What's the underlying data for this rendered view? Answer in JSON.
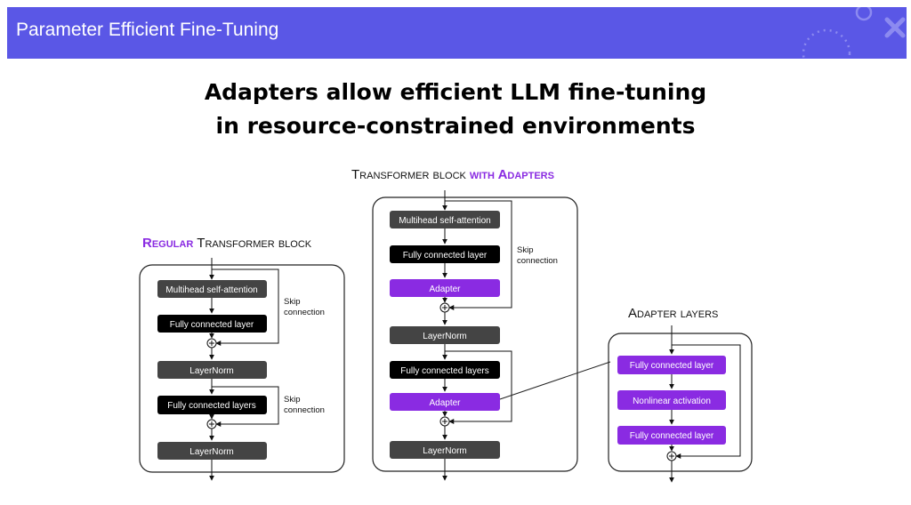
{
  "header": {
    "title": "Parameter Efficient Fine-Tuning"
  },
  "headline": {
    "line1": "Adapters allow efficient LLM fine-tuning",
    "line2": "in resource-constrained environments"
  },
  "colors": {
    "header_bg": "#5a57e6",
    "accent_purple": "#8a2be2",
    "dark_block": "#000000",
    "grey_block": "#444444"
  },
  "regular": {
    "title_highlight": "Regular",
    "title_rest": "Transformer block",
    "blocks": {
      "attention": "Multihead self-attention",
      "fc1": "Fully connected layer",
      "norm1": "LayerNorm",
      "fc2": "Fully connected layers",
      "norm2": "LayerNorm"
    },
    "skip1": [
      "Skip",
      "connection"
    ],
    "skip2": [
      "Skip",
      "connection"
    ]
  },
  "adapters_block": {
    "title_rest": "Transformer block",
    "title_highlight": "with Adapters",
    "blocks": {
      "attention": "Multihead self-attention",
      "fc1": "Fully connected layer",
      "adapter1": "Adapter",
      "norm1": "LayerNorm",
      "fc2": "Fully connected layers",
      "adapter2": "Adapter",
      "norm2": "LayerNorm"
    },
    "skip1": [
      "Skip",
      "connection"
    ]
  },
  "adapter_layers": {
    "title": "Adapter layers",
    "blocks": {
      "fc1": "Fully connected layer",
      "activation": "Nonlinear activation",
      "fc2": "Fully connected layer"
    }
  }
}
